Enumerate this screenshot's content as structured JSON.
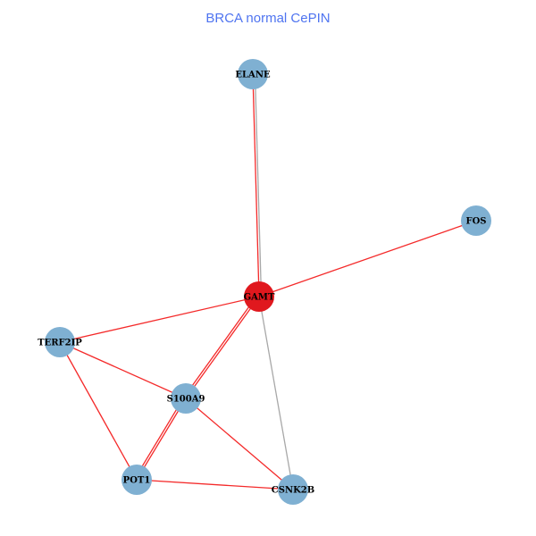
{
  "title": "BRCA normal CePIN",
  "colors": {
    "node": "#7fb0d2",
    "hub": "#e0181e",
    "edge_red": "#f42a2a",
    "edge_grey": "#a8a8a8",
    "title": "#4f74f0"
  },
  "nodes": [
    {
      "id": "ELANE",
      "hub": false
    },
    {
      "id": "FOS",
      "hub": false
    },
    {
      "id": "GAMT",
      "hub": true
    },
    {
      "id": "TERF2IP",
      "hub": false
    },
    {
      "id": "S100A9",
      "hub": false
    },
    {
      "id": "POT1",
      "hub": false
    },
    {
      "id": "CSNK2B",
      "hub": false
    }
  ],
  "edges": [
    {
      "source": "GAMT",
      "target": "ELANE",
      "color": "red"
    },
    {
      "source": "GAMT",
      "target": "ELANE",
      "color": "grey"
    },
    {
      "source": "GAMT",
      "target": "FOS",
      "color": "red"
    },
    {
      "source": "GAMT",
      "target": "TERF2IP",
      "color": "red"
    },
    {
      "source": "GAMT",
      "target": "S100A9",
      "color": "red"
    },
    {
      "source": "GAMT",
      "target": "S100A9",
      "color": "red"
    },
    {
      "source": "GAMT",
      "target": "CSNK2B",
      "color": "grey"
    },
    {
      "source": "TERF2IP",
      "target": "S100A9",
      "color": "red"
    },
    {
      "source": "TERF2IP",
      "target": "POT1",
      "color": "red"
    },
    {
      "source": "S100A9",
      "target": "POT1",
      "color": "red"
    },
    {
      "source": "S100A9",
      "target": "POT1",
      "color": "red"
    },
    {
      "source": "S100A9",
      "target": "CSNK2B",
      "color": "red"
    },
    {
      "source": "POT1",
      "target": "CSNK2B",
      "color": "red"
    }
  ]
}
